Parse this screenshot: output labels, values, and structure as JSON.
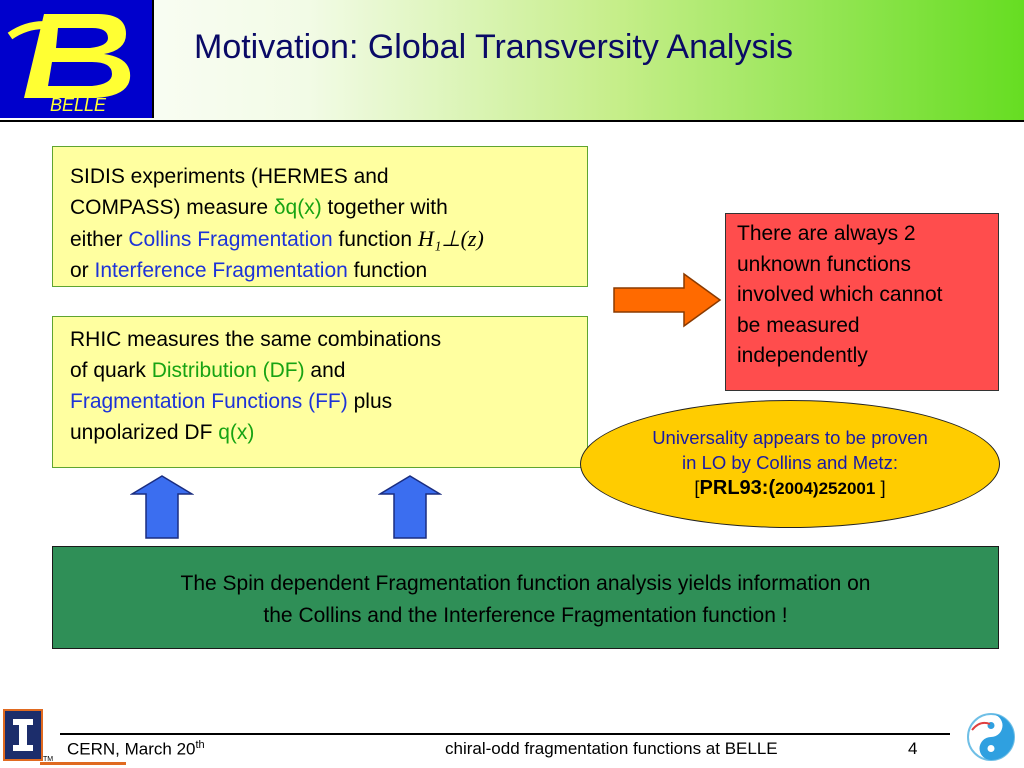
{
  "header": {
    "title": "Motivation: Global Transversity Analysis",
    "logo_text": "BELLE"
  },
  "sidis_box": {
    "line1": "SIDIS experiments (HERMES and",
    "line2_a": "COMPASS) measure ",
    "delta": "δ",
    "line2_b": "q(x)",
    "line2_c": " together with",
    "line3_a": "either ",
    "line3_b": "Collins Fragmentation",
    "line3_c": " function",
    "formula": "H₁⊥(z)",
    "line4_a": "or  ",
    "line4_b": "Interference Fragmentation",
    "line4_c": " function"
  },
  "rhic_box": {
    "line1": "RHIC measures the same combinations",
    "line2_a": "of quark ",
    "line2_b": "Distribution (DF)",
    "line2_c": " and",
    "line3_a": "Fragmentation Functions (FF)",
    "line3_b": " plus",
    "line4_a": "unpolarized DF ",
    "line4_b": "q(x)"
  },
  "unknown_box": {
    "lines": [
      "There are always 2",
      "unknown functions",
      "involved which cannot",
      "be measured",
      "independently"
    ]
  },
  "universality": {
    "line1": "Universality appears to be proven",
    "line2": "in LO  by Collins and Metz:",
    "line3_a": "[",
    "line3_b": "PRL93:(",
    "line3_c": "2004)252001",
    "line3_d": " ]"
  },
  "summary_box": {
    "line1": "The Spin dependent Fragmentation function analysis yields information on",
    "line2": "the Collins and the Interference Fragmentation function !"
  },
  "footer": {
    "location": "CERN, March 20",
    "location_sup": "th",
    "topic": "chiral-odd fragmentation functions at BELLE",
    "page": "4",
    "illinois_mark": "TM"
  },
  "colors": {
    "title": "#0a0a66",
    "highlight_green": "#17a313",
    "highlight_blue": "#1d33d8",
    "arrow_orange": "#ff6a00",
    "arrow_blue": "#3b6ef0"
  }
}
